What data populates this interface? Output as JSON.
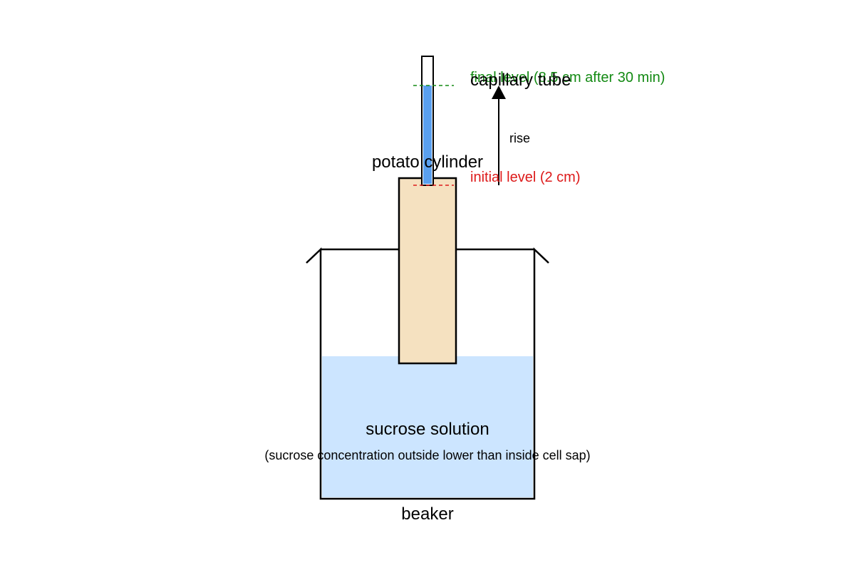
{
  "labels": {
    "capillary_tube": "capillary tube",
    "potato_cylinder": "potato cylinder",
    "final_level": "final level (8.5 cm after 30 min)",
    "initial_level": "initial level (2 cm)",
    "rise": "rise",
    "sucrose_solution": "sucrose solution",
    "concentration_note": "(sucrose concentration outside lower than inside cell sap)",
    "beaker": "beaker"
  },
  "colors": {
    "outline": "#000000",
    "solution": "#cce5ff",
    "potato": "#f5e1c0",
    "tube_liquid": "#5aa0ef",
    "final_level": "#138a13",
    "initial_level": "#dd1a1a",
    "arrow": "#000000"
  }
}
